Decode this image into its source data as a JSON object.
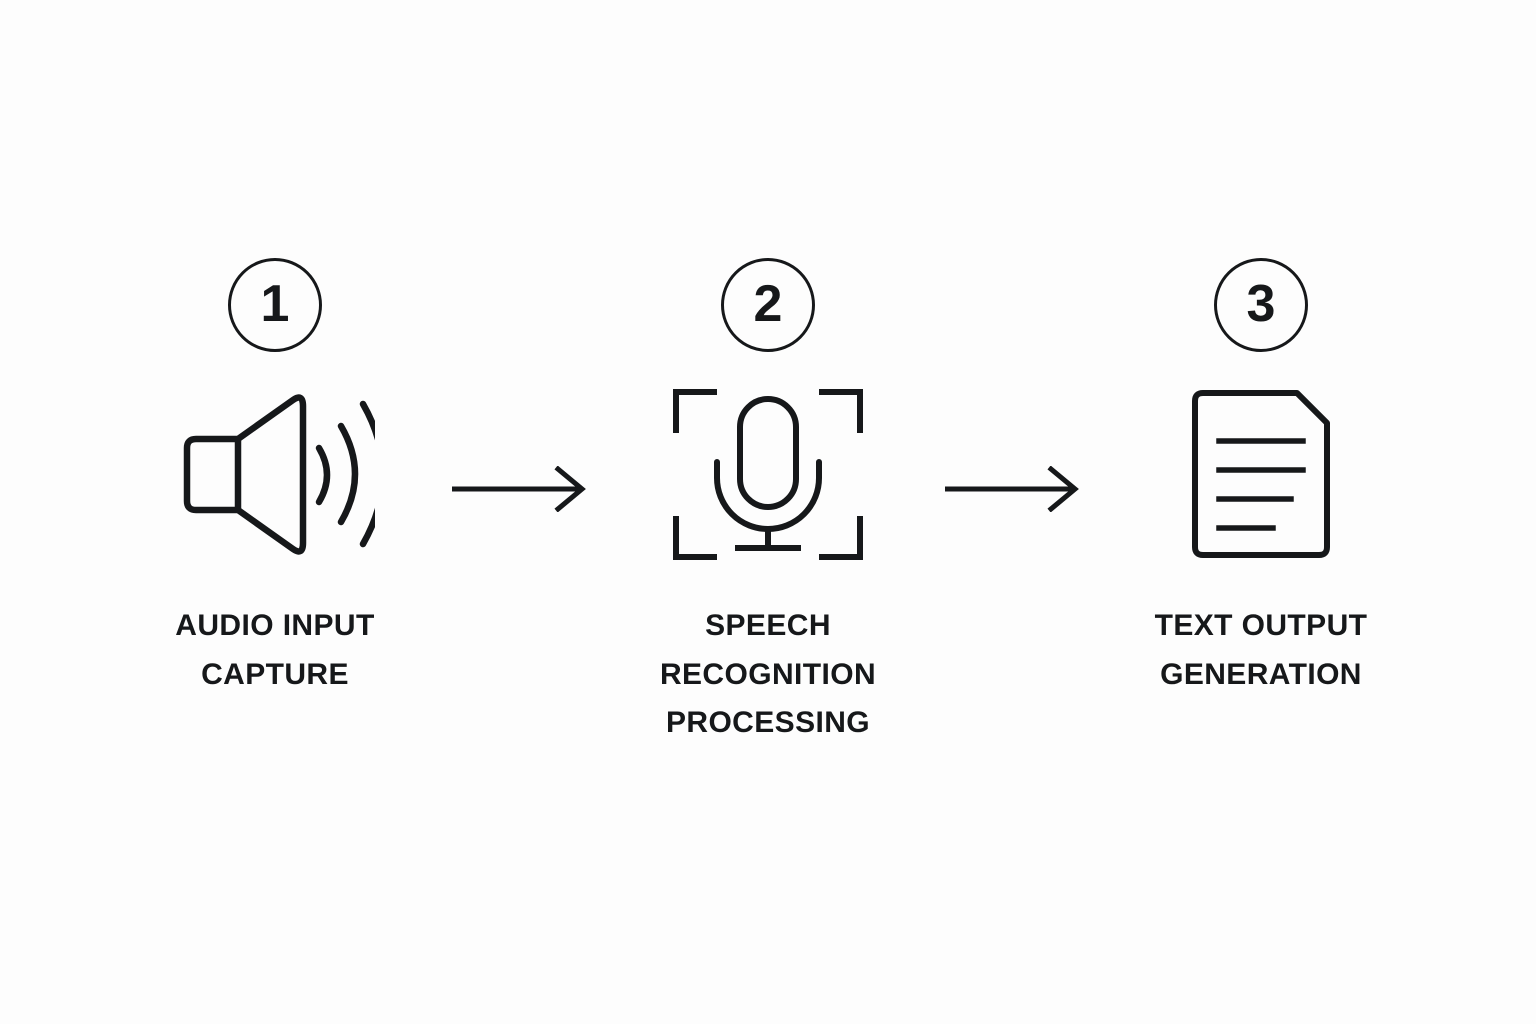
{
  "diagram": {
    "title": "Speech-to-text three step process flow",
    "background_color": "#FDFDFD",
    "stroke_color": "#16181A",
    "orientation": "horizontal-left-to-right"
  },
  "steps": [
    {
      "number": "1",
      "label": "AUDIO INPUT\nCAPTURE",
      "icon": "speaker-volume-icon"
    },
    {
      "number": "2",
      "label": "SPEECH RECOGNITION\nPROCESSING",
      "icon": "microphone-scan-frame-icon"
    },
    {
      "number": "3",
      "label": "TEXT OUTPUT\nGENERATION",
      "icon": "document-lines-icon"
    }
  ],
  "connectors": [
    {
      "icon": "arrow-right-icon"
    },
    {
      "icon": "arrow-right-icon"
    }
  ]
}
